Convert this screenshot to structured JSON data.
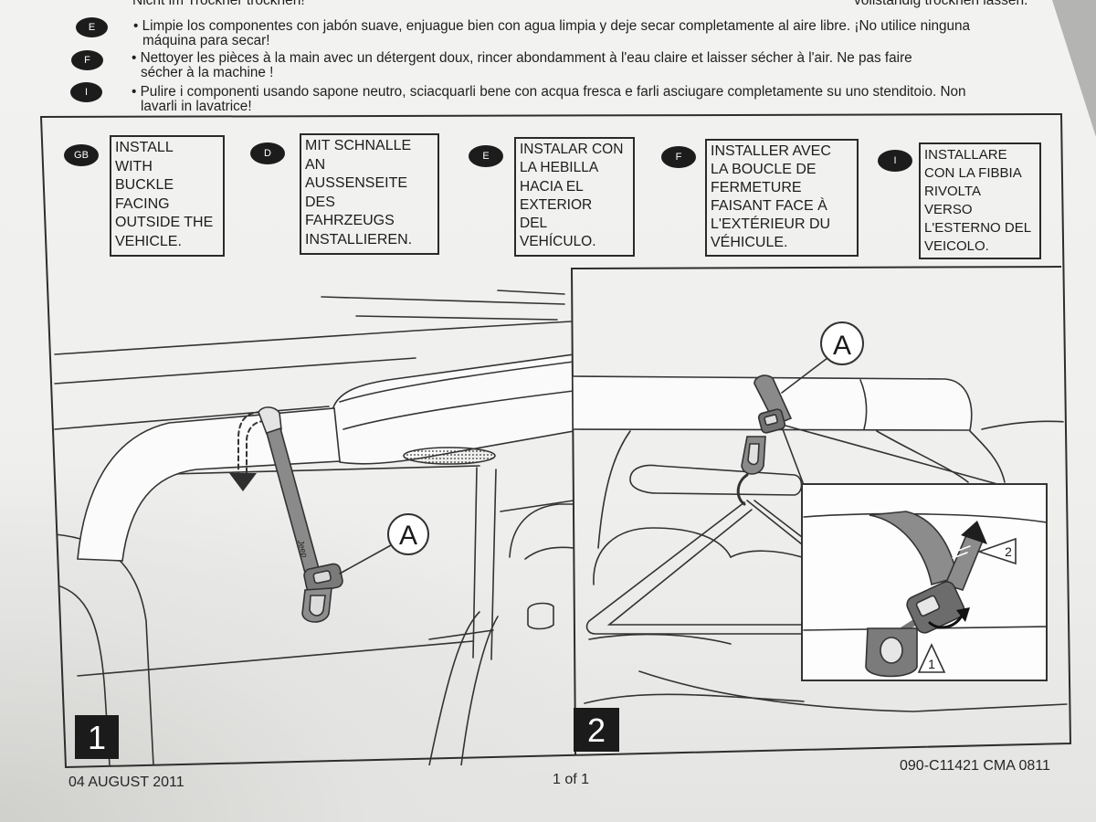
{
  "page_top": {
    "cropped_line_left": "Nicht im Trockner trocknen!",
    "cropped_line_right": "vollständig trocknen lassen."
  },
  "care_instructions": [
    {
      "lang": "E",
      "text": "• Limpie los componentes con jabón suave, enjuague bien con agua limpia y deje secar completamente al aire libre. ¡No utilice ninguna\nmáquina para secar!"
    },
    {
      "lang": "F",
      "text": "• Nettoyer les pièces à la main avec un détergent doux, rincer abondamment à l'eau claire et laisser sécher à l'air. Ne pas faire\nsécher à la machine !"
    },
    {
      "lang": "I",
      "text": "• Pulire i componenti usando sapone neutro, sciacquarli bene con acqua fresca e farli asciugare completamente su uno stenditoio. Non\nlavarli in lavatrice!"
    }
  ],
  "installation_notes": [
    {
      "lang": "GB",
      "text": "INSTALL\nWITH\nBUCKLE\nFACING\nOUTSIDE THE\nVEHICLE."
    },
    {
      "lang": "D",
      "text": "MIT SCHNALLE\nAN\nAUSSENSEITE\nDES\nFAHRZEUGS\nINSTALLIEREN."
    },
    {
      "lang": "E",
      "text": "INSTALAR CON\nLA HEBILLA\nHACIA EL\nEXTERIOR\nDEL\nVEHÍCULO."
    },
    {
      "lang": "F",
      "text": "INSTALLER AVEC\nLA BOUCLE DE\nFERMETURE\nFAISANT FACE À\nL'EXTÉRIEUR DU\nVÉHICULE."
    },
    {
      "lang": "I",
      "text": "INSTALLARE\nCON LA FIBBIA\nRIVOLTA\nVERSO\nL'ESTERNO DEL\nVEICOLO."
    }
  ],
  "figures": [
    {
      "step_number": "1",
      "callout": "A",
      "strap_logo": "Jeep"
    },
    {
      "step_number": "2",
      "callout": "A",
      "detail_callouts": [
        "2",
        "1"
      ]
    }
  ],
  "footer": {
    "date": "04 AUGUST 2011",
    "page_indicator": "1 of 1",
    "document_code": "090-C11421 CMA 0811"
  },
  "colors": {
    "ink": "#2b2b2b",
    "badge_fill": "#1c1c1c",
    "strap_gray": "#8a8a8a",
    "paper": "#f2f2f0"
  }
}
